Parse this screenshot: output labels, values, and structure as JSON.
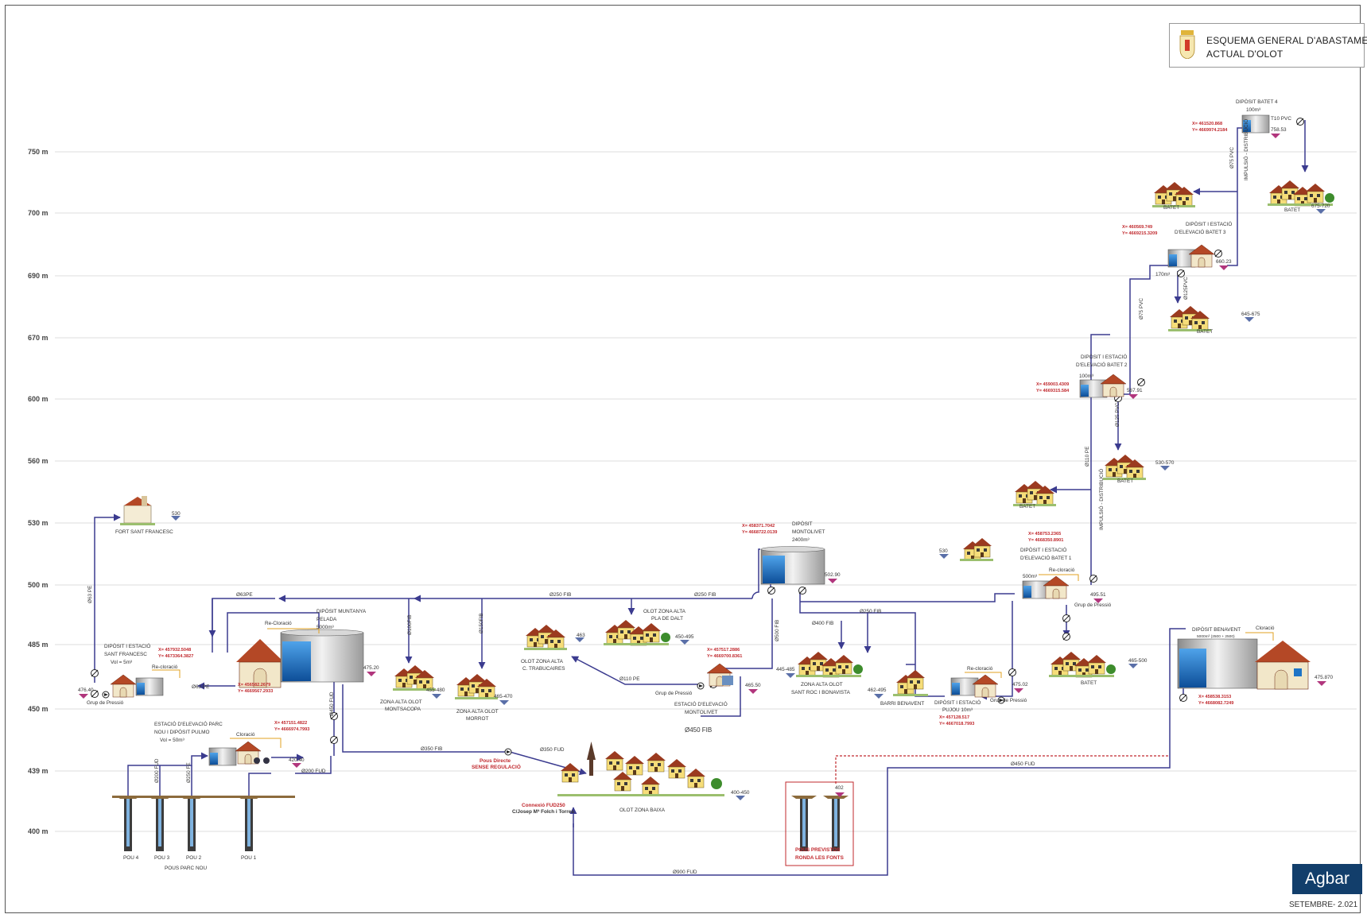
{
  "title": {
    "line1": "ESQUEMA GENERAL D'ABASTAMENT",
    "line2": "ACTUAL D'OLOT",
    "icon": "olot-coat-of-arms"
  },
  "brand": "Agbar",
  "date": "SETEMBRE-  2.021",
  "levels": [
    "750 m",
    "700 m",
    "690 m",
    "670 m",
    "600 m",
    "560 m",
    "530 m",
    "500 m",
    "485 m",
    "450 m",
    "439 m",
    "400 m"
  ],
  "labels": {
    "fort": "FORT SANT FRANCESC",
    "dip_sf_1": "DIPÒSIT I ESTACIÓ",
    "dip_sf_2": "SANT FRANCESC",
    "dip_sf_3": "Vol = 5m³",
    "grup_pressio_sf": "Grup de Pressió",
    "recloracio_sf": "Re-cloració",
    "mun_1": "DIPÒSIT MUNTANYA",
    "mun_2": "PELADA",
    "mun_3": "5000m³",
    "recloracio_mun": "Re-Cloració",
    "za_mont_1": "ZONA ALTA OLOT",
    "za_mont_2": "MONTSACOPA",
    "za_morr_1": "ZONA ALTA OLOT",
    "za_morr_2": "MORROT",
    "trab_1": "OLOT ZONA ALTA",
    "trab_2": "C. TRABUCAIRES",
    "pla_1": "OLOT ZONA ALTA",
    "pla_2": "PLA DE DALT",
    "mv_1": "DIPÒSIT",
    "mv_2": "MONTOLIVET",
    "mv_3": "2400m³",
    "est_mv_1": "ESTACIÓ D'ELEVACIÓ",
    "est_mv_2": "MONTOLIVET",
    "grup_pressio_mv": "Grup de Pressió",
    "sroc_1": "ZONA ALTA OLOT",
    "sroc_2": "SANT ROC I BONAVISTA",
    "benavent_barri": "BARRI BENAVENT",
    "pujou_1": "DIPÒSIT I ESTACIÓ",
    "pujou_2": "PUJOU  10m³",
    "recloracio_pujou": "Re-cloració",
    "grup_pressio_pujou": "Grup de Pressió",
    "batet1_1": "DIPÒSIT I ESTACIÓ",
    "batet1_2": "D'ELEVACIÓ BATET 1",
    "batet1_vol": "500m³",
    "recloracio_b1": "Re-cloració",
    "grup_pressio_b1": "Grup de Pressió",
    "batet2_1": "DIPÒSIT I ESTACIÓ",
    "batet2_2": "D'ELEVACIÓ BATET 2",
    "batet2_vol": "100m³",
    "batet3_1": "DIPÒSIT I ESTACIÓ",
    "batet3_2": "D'ELEVACIÓ BATET 3",
    "batet3_vol": "170m³",
    "batet4_1": "DIPÒSIT BATET 4",
    "batet4_2": "100m³",
    "batet": "BATET",
    "dip_benavent": "DIPÒSIT BENAVENT",
    "dip_benavent_vol": "5000m³ (2500 + 2500)",
    "cloracio_ben": "Cloració",
    "parc_1": "ESTACIÓ D'ELEVACIÓ PARC",
    "parc_2": "NOU I DIPÒSIT PULMO",
    "parc_3": "Vol = 50m³",
    "cloracio_parc": "Cloració",
    "pou4": "POU 4",
    "pou3": "POU 3",
    "pou2": "POU 2",
    "pou1": "POU 1",
    "pous_parc": "POUS  PARC NOU",
    "baixa": "OLOT ZONA BAIXA",
    "pous_prev_1": "POUS PREVISTOS",
    "pous_prev_2": "RONDA LES FONTS",
    "pou_directe_1": "Pous Directe",
    "pou_directe_2": "SENSE REGULACIÓ",
    "connexio_1": "Connexió FUD250",
    "connexio_2": "C/Josep Mª Folch i Torres",
    "impulsio": "IMPULSIÓ - DISTRIBUCIÓ"
  },
  "pipes": {
    "d63pe": "Ø63 PE",
    "d63pe_b": "Ø63PE",
    "d63pe_c": "Ø63 PE",
    "d250fib_a": "Ø250 FIB",
    "d250fib_b": "Ø250 FIB",
    "d250fib_c": "Ø250 FIB",
    "d150fib": "Ø150FIB",
    "d100fib": "Ø100FIB",
    "d500fib": "Ø500 FIB",
    "d400fib": "Ø400 FIB",
    "d110pe": "Ø110 PE",
    "d450fib": "Ø450 FIB",
    "d450fud": "Ø450 FUD",
    "d350fib": "Ø350 FIB",
    "d200fud": "Ø200 FUD",
    "d250fe": "Ø250 FE",
    "d200fud_b": "Ø200 FUD",
    "d110pe_b": "Ø110 PE",
    "d125pvc": "Ø125 PVC",
    "d75pvc": "Ø75 PVC",
    "d125pvc_b": "Ø125PVC",
    "d75pvc_b": "Ø75 PVC",
    "d110pvc": "T10 PVC",
    "d900fud": "Ø900 FUD",
    "d450fud_b": "Ø450 FUD",
    "d350fud": "Ø350 FUD"
  },
  "coords": {
    "sf": [
      "X= 457932.5048",
      "Y= 4673364.3827"
    ],
    "mun": [
      "X= 456582.2679",
      "Y= 4669567.2933"
    ],
    "parc": [
      "X= 457151.4822",
      "Y= 4666974.7993"
    ],
    "mv": [
      "X= 458371.7042",
      "Y= 4668722.0139"
    ],
    "est_mv": [
      "X= 457517.2886",
      "Y= 4669700.8361"
    ],
    "pujou": [
      "X= 457128.517",
      "Y= 4667018.7993"
    ],
    "b1": [
      "X= 458753.2365",
      "Y= 4668350.8901"
    ],
    "b2": [
      "X= 459003.4309",
      "Y= 4669315.584"
    ],
    "b3": [
      "X= 460569.749",
      "Y= 4669215.3209"
    ],
    "b4": [
      "X= 461520.868",
      "Y= 4669974.2184"
    ],
    "ben": [
      "X= 458538.3153",
      "Y= 4668082.7249"
    ]
  },
  "elevations": {
    "fort": "530",
    "sf": "476.40",
    "mun": "475.20",
    "parc": "420.40",
    "za_mont": "455-480",
    "za_morr": "465-470",
    "trab": "463",
    "pla": "450-495",
    "mv": "502.90",
    "est_mv": "465.50",
    "sroc": "445-485",
    "barri_ben": "462-495",
    "pujou": "475.02",
    "bb_rodes": "530",
    "b1": "495.51",
    "b1_batet": "465-500",
    "b2": "567.91",
    "b2_batet": "530-570",
    "b3": "660.23",
    "b3_batet": "645-675",
    "b4": "758.53",
    "b4_batet": "675-720",
    "baixa": "400-450",
    "ben": "475.870",
    "pous_prev": "402"
  },
  "colors": {
    "pipe": "#3b3b8f",
    "coord_red": "#c0282d",
    "tank_water": "#1e74c6",
    "house_roof": "#b44826",
    "house_wall": "#f3d26c",
    "level_marker": "#5a6fa8",
    "elev_marker": "#b1367d",
    "brand_bg": "#123e6b"
  }
}
